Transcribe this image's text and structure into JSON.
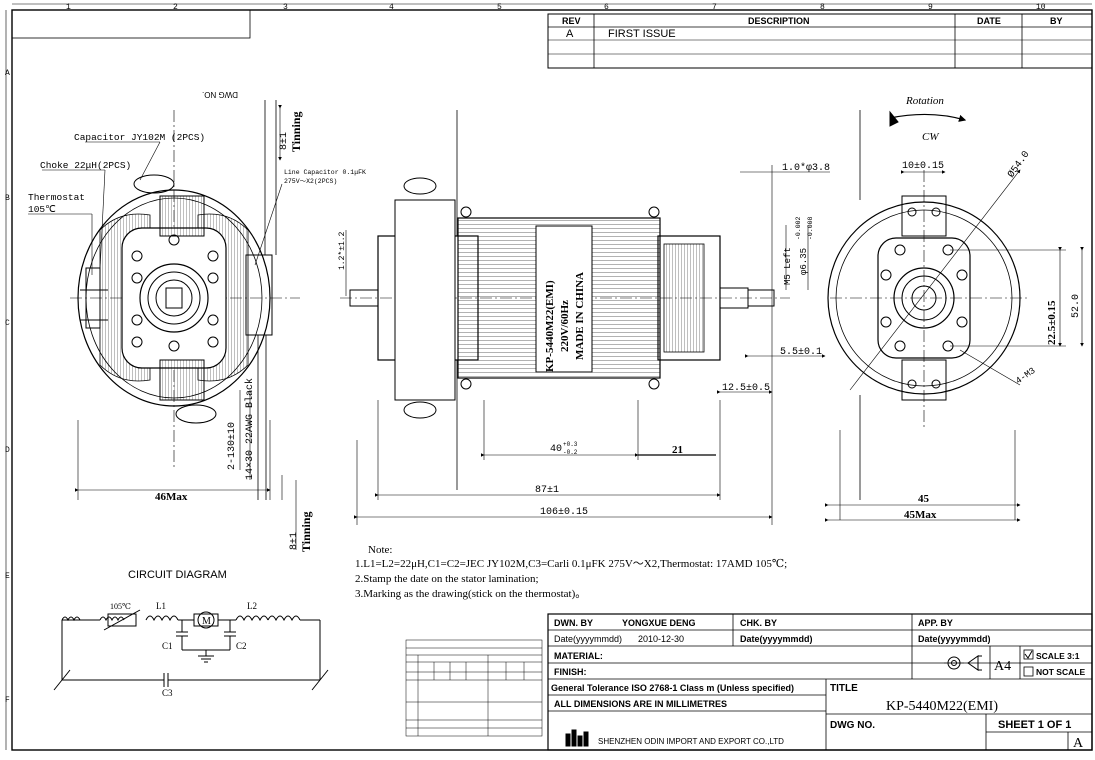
{
  "border": {
    "cols": [
      "1",
      "2",
      "3",
      "4",
      "5",
      "6",
      "7",
      "8",
      "9",
      "10"
    ],
    "rows": [
      "A",
      "B",
      "C",
      "D",
      "E",
      "F"
    ]
  },
  "dwg_no_mirror": "DWG NO.",
  "revision": {
    "headers": [
      "REV",
      "DESCRIPTION",
      "DATE",
      "BY"
    ],
    "rows": [
      {
        "rev": "A",
        "description": "FIRST ISSUE",
        "date": "",
        "by": ""
      }
    ]
  },
  "left_view": {
    "capacitor": "Capacitor JY102M (2PCS)",
    "choke": "Choke 22μH(2PCS)",
    "thermostat": "Thermostat",
    "thermostat_temp": "105℃",
    "line_cap_1": "Line Capacitor 0.1μFK",
    "line_cap_2": "275V〜X2(2PCS)",
    "tinning_top_dim": "8±1",
    "tinning_top": "Tinning",
    "tinning_bot_dim": "8±1",
    "tinning_bot": "Tinning",
    "lead_1": "2-130±10",
    "lead_2": "14×30 22AWG Black",
    "width": "46Max"
  },
  "center_view": {
    "label_1": "KP-5440M22(EMI)",
    "label_2": "220V/60Hz",
    "label_3": "MADE IN CHINA",
    "dim_hole": "1.0*φ3.8",
    "dim_thread": "M5 Left",
    "dim_shaft": "φ6.35",
    "dim_shaft_tol_up": "-0.002",
    "dim_shaft_tol_lo": "-0.008",
    "dim_55": "5.5±0.1",
    "dim_125": "12.5±0.5",
    "dim_40": "40",
    "dim_40_up": "+0.3",
    "dim_40_lo": "-0.2",
    "dim_21": "21",
    "dim_87": "87±1",
    "dim_106": "106±0.15",
    "dim_12": "1.2*±1.2"
  },
  "right_view": {
    "rotation": "Rotation",
    "cw": "CW",
    "dim_10": "10±0.15",
    "dim_54": "Ø54.0",
    "dim_225": "22.5±0.15",
    "dim_52": "52.0",
    "dim_m3": "4-M3",
    "dim_45": "45",
    "dim_45max": "45Max"
  },
  "notes": {
    "title": "Note:",
    "items": [
      "1.L1=L2=22μH,C1=C2=JEC JY102M,C3=Carli 0.1μFK 275V〜X2,Thermostat: 17AMD 105℃;",
      "2.Stamp the date on the stator lamination;",
      "3.Marking as the drawing(stick on the thermostat)。"
    ]
  },
  "circuit": {
    "title": "CIRCUIT DIAGRAM",
    "thermo": "105℃",
    "l1": "L1",
    "l2": "L2",
    "motor": "M",
    "c1": "C1",
    "c2": "C2",
    "c3": "C3"
  },
  "title_block": {
    "dwn_by": "DWN. BY",
    "drawer": "YONGXUE DENG",
    "chk_by": "CHK. BY",
    "app_by": "APP. BY",
    "date_label": "Date(yyyymmdd)",
    "date_value": "2010-12-30",
    "material": "MATERIAL:",
    "finish": "FINISH:",
    "tolerance": "General Tolerance ISO 2768-1 Class m (Unless specified)",
    "units": "ALL DIMENSIONS ARE IN MILLIMETRES",
    "title_label": "TITLE",
    "title_value": "KP-5440M22(EMI)",
    "dwg_no": "DWG NO.",
    "sheet": "SHEET 1 OF 1",
    "rev": "A",
    "size": "A4",
    "scale": "SCALE 3:1",
    "not_scale": "NOT SCALE",
    "company": "SHENZHEN ODIN IMPORT AND EXPORT CO.,LTD"
  }
}
